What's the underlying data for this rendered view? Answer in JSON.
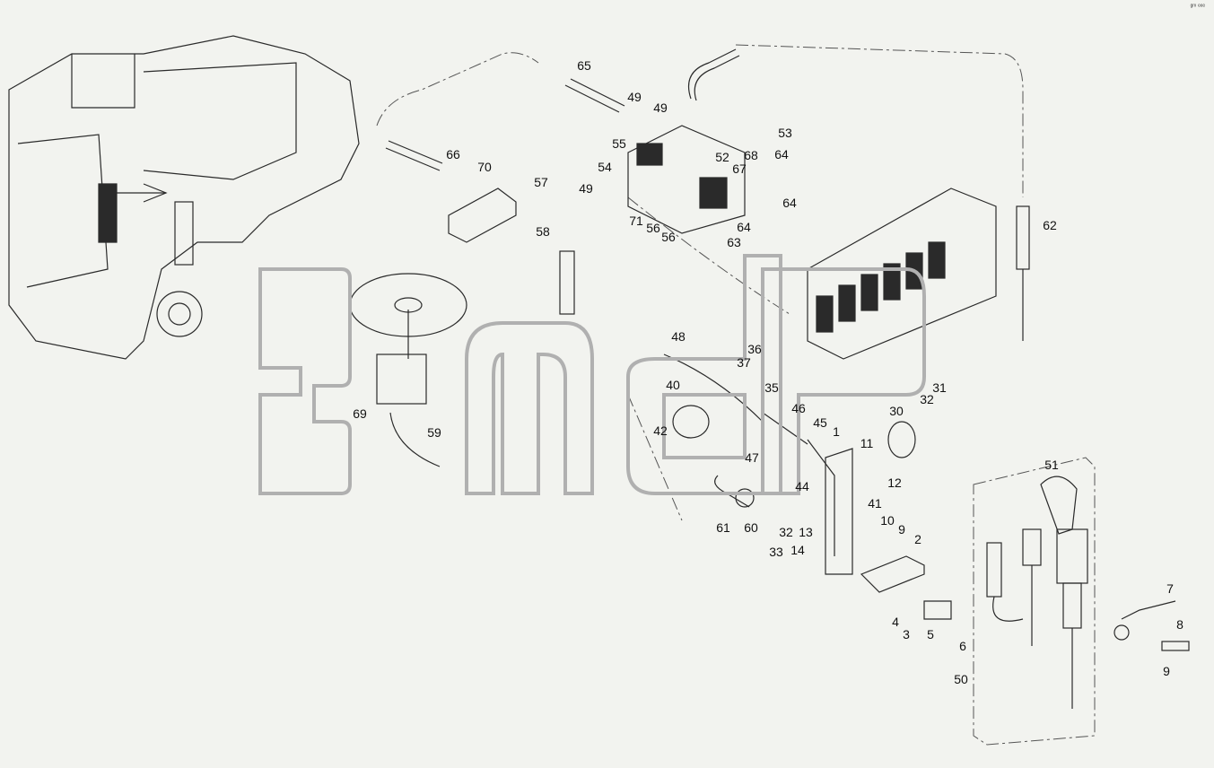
{
  "diagram": {
    "watermark": "3Mdp",
    "corner_mark": "ᵍᵐ ᵉᵉᵉ",
    "part_labels": [
      "65",
      "49",
      "49",
      "53",
      "55",
      "52",
      "68",
      "66",
      "70",
      "54",
      "67",
      "64",
      "57",
      "49",
      "64",
      "58",
      "71",
      "56",
      "56",
      "64",
      "63",
      "62",
      "48",
      "36",
      "37",
      "35",
      "40",
      "42",
      "69",
      "59",
      "46",
      "45",
      "1",
      "30",
      "31",
      "32",
      "11",
      "12",
      "47",
      "44",
      "61",
      "60",
      "32",
      "13",
      "33",
      "14",
      "41",
      "10",
      "9",
      "2",
      "4",
      "3",
      "5",
      "6",
      "51",
      "7",
      "8",
      "9",
      "50"
    ],
    "colors": {
      "line": "#2a2a2a",
      "background": "#f2f3ef",
      "watermark": "#b0b0b0"
    }
  }
}
